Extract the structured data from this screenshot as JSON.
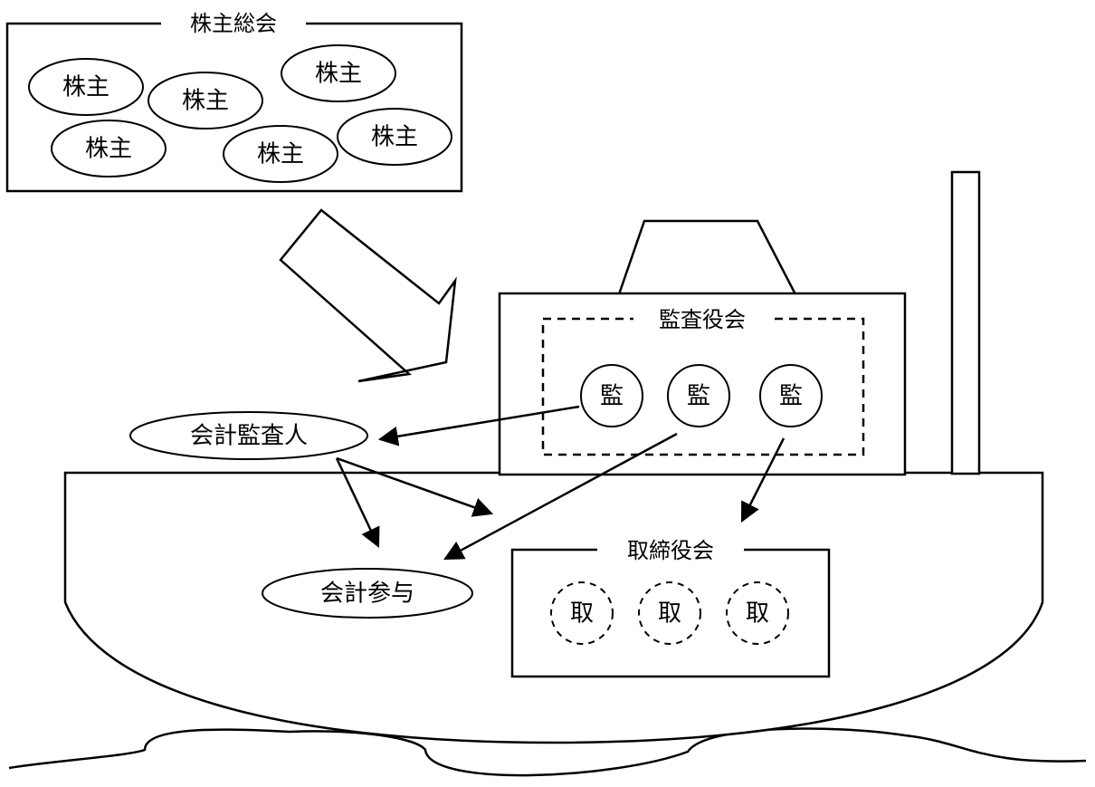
{
  "shareholders_meeting": {
    "title": "株主総会",
    "members": [
      "株主",
      "株主",
      "株主",
      "株主",
      "株主",
      "株主"
    ]
  },
  "audit_board": {
    "title": "監査役会",
    "members": [
      "監",
      "監",
      "監"
    ]
  },
  "accounting_auditor": {
    "label": "会計監査人"
  },
  "accounting_advisor": {
    "label": "会計参与"
  },
  "board_of_directors": {
    "title": "取締役会",
    "members": [
      "取",
      "取",
      "取"
    ]
  }
}
